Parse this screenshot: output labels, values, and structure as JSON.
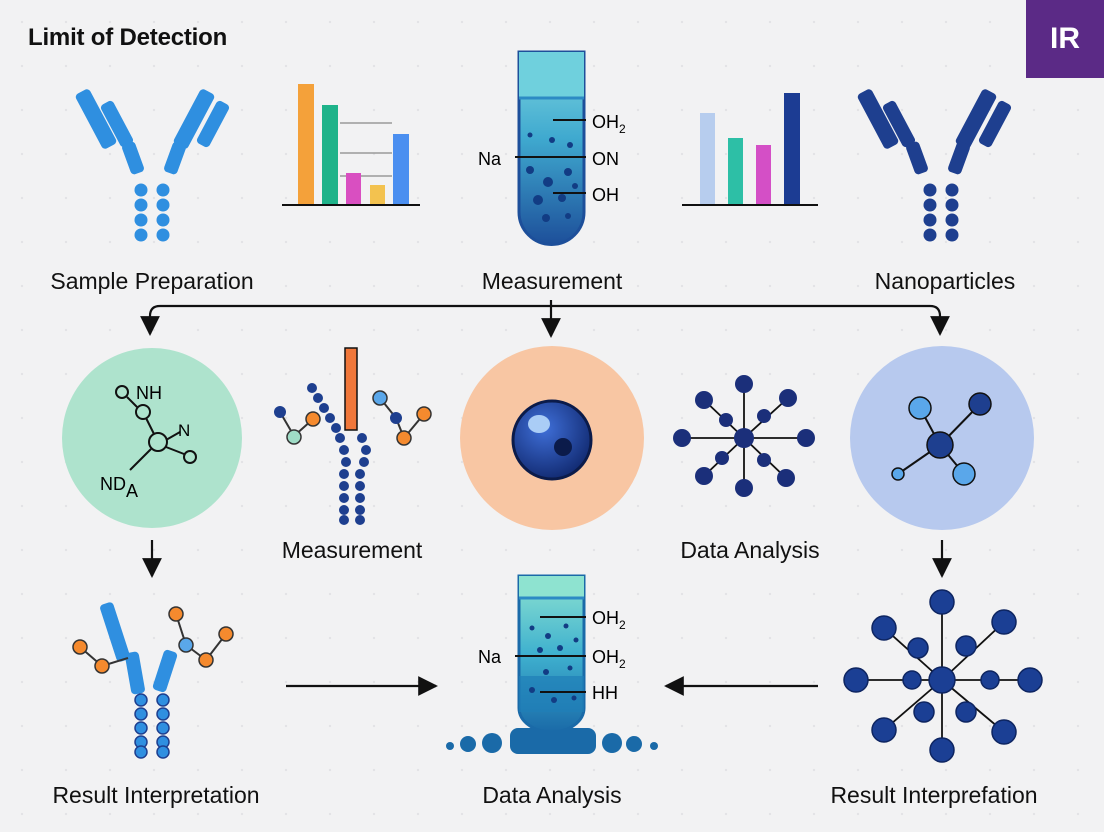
{
  "title": "Limit of Detection",
  "logo": {
    "text": "IR",
    "color": "#5b2a86"
  },
  "labels": {
    "sample_preparation": "Sample Preparation",
    "measurement_top": "Measurement",
    "nanoparticles": "Nanoparticles",
    "measurement_mid": "Measurement",
    "data_analysis_mid": "Data Analysis",
    "result_interpretation_left": "Result Interpretation",
    "data_analysis_bottom": "Data Analysis",
    "result_interpretation_right": "Result Interprefation"
  },
  "tube_top": {
    "side": "Na",
    "marks": [
      "OH",
      "ON",
      "OH"
    ],
    "mark1_sub": "2"
  },
  "tube_bottom": {
    "side": "Na",
    "marks": [
      "OH",
      "OH",
      "HH"
    ],
    "mark1_sub": "2",
    "mark2_sub": "2"
  },
  "molecule_green": {
    "atoms": [
      "NH",
      "N",
      "ND",
      "A"
    ]
  },
  "colors": {
    "blue": "#2f8fe0",
    "navy": "#1e3f8f",
    "orange": "#f58a2e",
    "teal_circle": "#aee3cd",
    "peach_circle": "#f8c6a3",
    "lavender_circle": "#b7c9ee"
  }
}
